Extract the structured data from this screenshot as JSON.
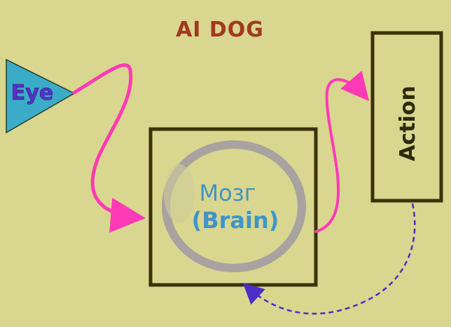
{
  "diagram": {
    "title": "AI DOG",
    "eye_label": "Eye",
    "brain_label_ru": "Мозг",
    "brain_label_en": "(Brain)",
    "action_label": "Action"
  },
  "colors": {
    "background": "#d9d68f",
    "title": "#a0391f",
    "eye_fill": "#3aacc8",
    "eye_text": "#5530c8",
    "box_border": "#3b3208",
    "brain_ring": "#a8a2a0",
    "brain_text": "#3d96c8",
    "arrow_pink": "#ff3ab6",
    "feedback_arrow": "#4a2fc4"
  }
}
